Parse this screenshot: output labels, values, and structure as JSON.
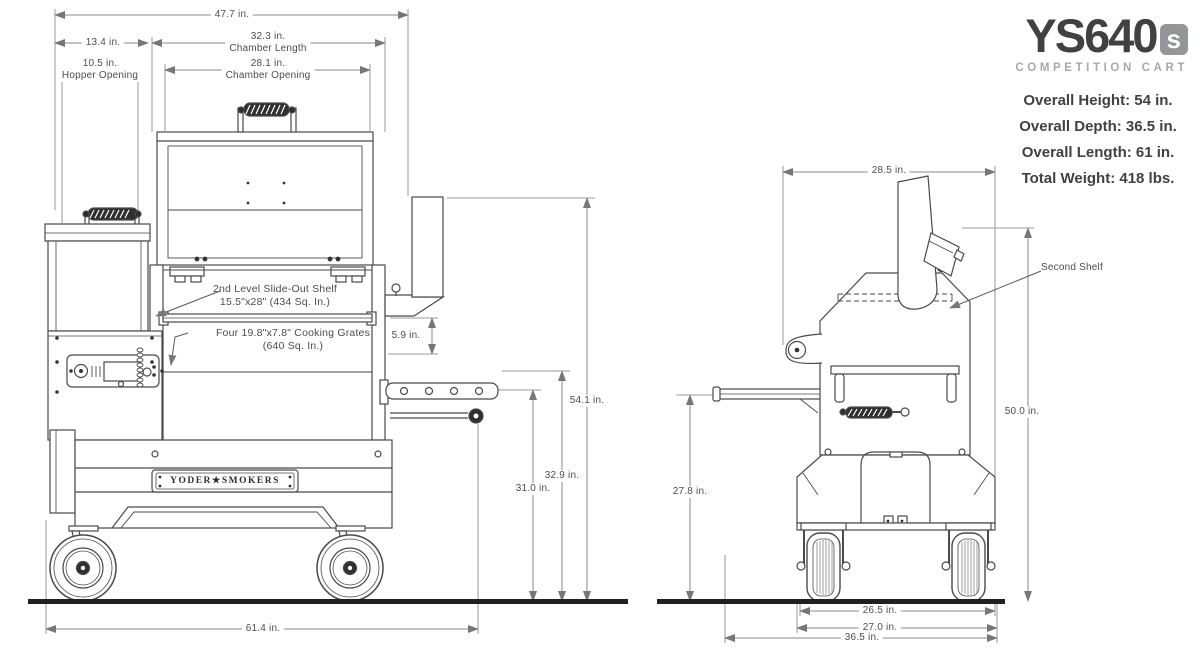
{
  "branding": {
    "model": "YS640",
    "model_badge": "s",
    "subtitle": "COMPETITION CART",
    "specs": [
      "Overall Height: 54 in.",
      "Overall Depth: 36.5 in.",
      "Overall Length: 61 in.",
      "Total Weight: 418 lbs."
    ]
  },
  "front_view": {
    "dim_overall_width": "47.7 in.",
    "dim_hopper_width": "13.4 in.",
    "dim_chamber_length": "32.3 in.",
    "lbl_chamber_length": "Chamber Length",
    "dim_hopper_opening": "10.5 in.",
    "lbl_hopper_opening": "Hopper Opening",
    "dim_chamber_opening": "28.1 in.",
    "lbl_chamber_opening": "Chamber Opening",
    "callout_shelf_1": "2nd Level Slide-Out Shelf",
    "callout_shelf_2": "15.5\"x28\" (434 Sq. In.)",
    "callout_grates_1": "Four 19.8\"x7.8\" Cooking Grates",
    "callout_grates_2": "(640 Sq. In.)",
    "dim_shelf_offset": "5.9 in.",
    "dim_overall_height": "54.1 in.",
    "dim_shelf_height": "32.9 in.",
    "dim_grate_height": "31.0 in.",
    "dim_overall_length": "61.4 in.",
    "nameplate": "YODER★SMOKERS"
  },
  "side_view": {
    "dim_top_width": "28.5 in.",
    "callout_second_shelf": "Second Shelf",
    "dim_overall_height": "50.0 in.",
    "dim_shelf_height": "27.8 in.",
    "dim_wheel_track": "26.5 in.",
    "dim_base_width": "27.0 in.",
    "dim_overall_depth": "36.5 in."
  }
}
